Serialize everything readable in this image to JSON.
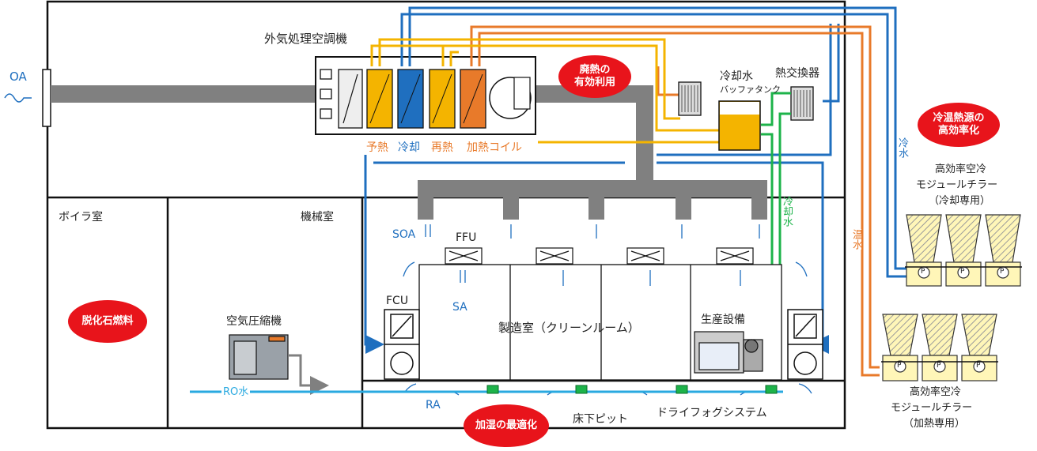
{
  "colors": {
    "duct": "#808080",
    "cold": "#1f6fbf",
    "hot": "#e87a2a",
    "preheat": "#f4b400",
    "coolwater": "#1db34a",
    "ro": "#29a9e0",
    "badge": "#e8141b",
    "chiller": "#fff6b8"
  },
  "labels": {
    "oa": "OA",
    "ahu_title": "外気処理空調機",
    "coil_preheat": "予熱",
    "coil_cool": "冷却",
    "coil_reheat": "再熱",
    "coil_heat": "加熱コイル",
    "buffer_tank_1": "冷却水",
    "buffer_tank_2": "バッファタンク",
    "heat_exchanger": "熱交換器",
    "boiler_room": "ボイラ室",
    "machine_room": "機械室",
    "soa": "SOA",
    "ffu": "FFU",
    "sa": "SA",
    "fcu": "FCU",
    "clean_room": "製造室（クリーンルーム）",
    "production_equipment": "生産設備",
    "air_compressor": "空気圧縮機",
    "ro_water": "RO水",
    "ra": "RA",
    "underfloor_pit": "床下ピット",
    "dry_fog": "ドライフォグシステム",
    "cold_water_v": "冷水",
    "cooling_water_v": "冷却水",
    "hot_water_v": "温水",
    "chiller_cool_1": "高効率空冷",
    "chiller_cool_2": "モジュールチラー",
    "chiller_cool_3": "（冷却専用）",
    "chiller_heat_1": "高効率空冷",
    "chiller_heat_2": "モジュールチラー",
    "chiller_heat_3": "（加熱専用）",
    "pump": "P"
  },
  "badges": {
    "waste_heat_1": "廃熱の",
    "waste_heat_2": "有効利用",
    "heat_source_1": "冷温熱源の",
    "heat_source_2": "高効率化",
    "decarbon": "脱化石燃料",
    "humidify": "加湿の最適化"
  }
}
